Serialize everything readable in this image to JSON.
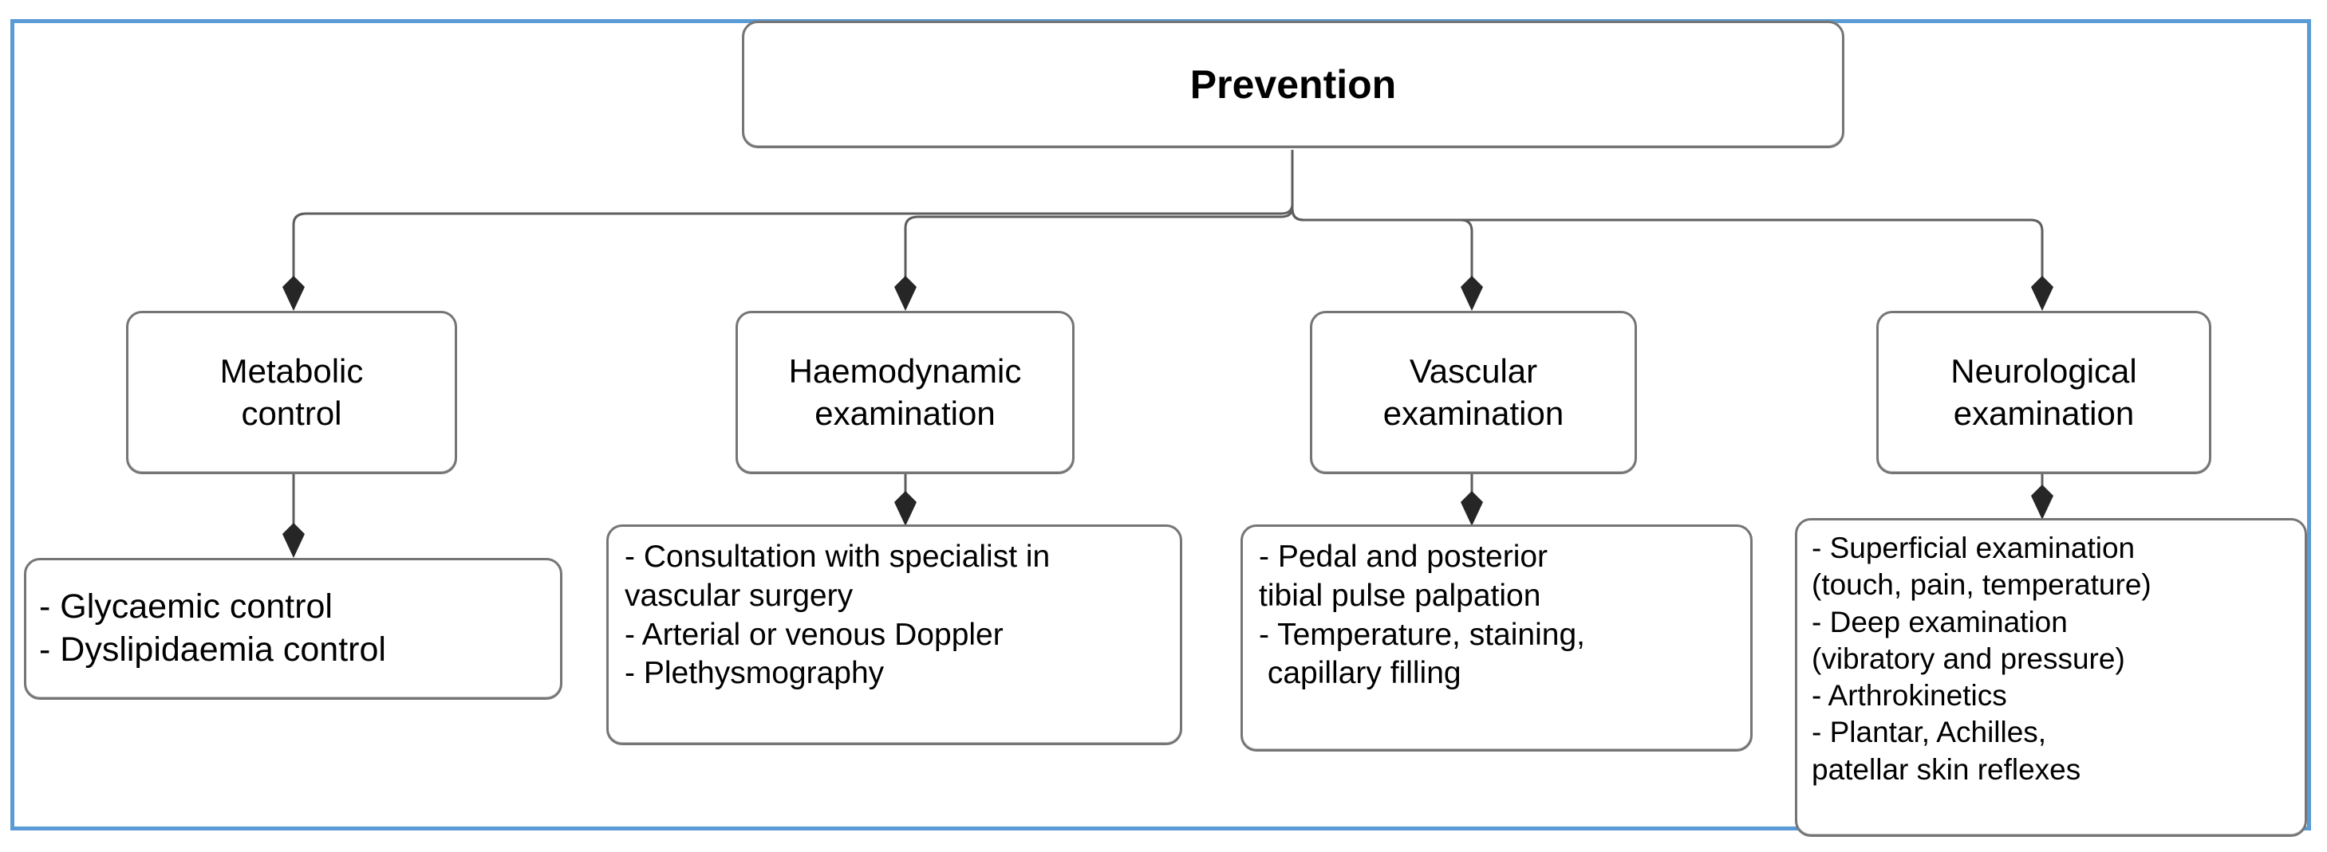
{
  "diagram": {
    "root": {
      "title": "Prevention"
    },
    "branches": [
      {
        "id": "metabolic",
        "label_lines": [
          "Metabolic",
          "control"
        ],
        "detail_lines": [
          "- Glycaemic control",
          "- Dyslipidaemia control"
        ]
      },
      {
        "id": "haemodynamic",
        "label_lines": [
          "Haemodynamic",
          "examination"
        ],
        "detail_lines": [
          "- Consultation with specialist in",
          "vascular surgery",
          "- Arterial or venous Doppler",
          "- Plethysmography"
        ]
      },
      {
        "id": "vascular",
        "label_lines": [
          "Vascular",
          "examination"
        ],
        "detail_lines": [
          "- Pedal and posterior",
          "tibial pulse palpation",
          "- Temperature, staining,",
          " capillary filling"
        ]
      },
      {
        "id": "neurological",
        "label_lines": [
          "Neurological",
          "examination"
        ],
        "detail_lines": [
          "- Superficial examination",
          "(touch, pain, temperature)",
          "- Deep examination",
          "(vibratory and pressure)",
          "- Arthrokinetics",
          "- Plantar, Achilles,",
          "patellar skin reflexes"
        ]
      }
    ],
    "colors": {
      "border_blue": "#5b9bd5",
      "box_border": "#757575",
      "connector": "#5e5e5e",
      "arrowhead": "#262626",
      "text": "#000000",
      "background": "#ffffff"
    }
  }
}
